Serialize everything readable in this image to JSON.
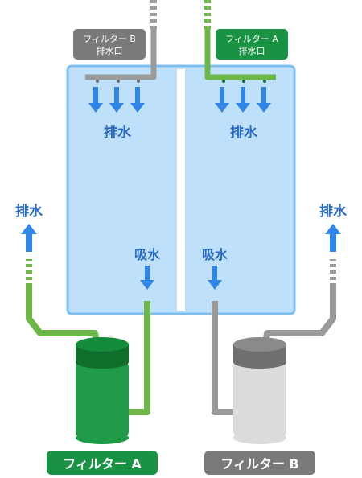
{
  "tags": {
    "filter_b_outlet_line1": "フィルター B",
    "filter_b_outlet_line2": "排水口",
    "filter_a_outlet_line1": "フィルター A",
    "filter_a_outlet_line2": "排水口"
  },
  "tank": {
    "left_drain": "排水",
    "right_drain": "排水",
    "left_intake": "吸水",
    "right_intake": "吸水"
  },
  "side_labels": {
    "left_drain": "排水",
    "right_drain": "排水"
  },
  "filters": {
    "a_label": "フィルター A",
    "b_label": "フィルター B"
  },
  "colors": {
    "tank_fill": "#bfe0fb",
    "tank_border": "#7fbcf0",
    "divider": "#ffffff",
    "arrow_blue": "#2f86e8",
    "pipe_green": "#6db648",
    "pipe_gray": "#9a9a9a",
    "filter_a_body": "#1f9a46",
    "filter_a_top": "#0f6e2c",
    "filter_b_body": "#dcdcdc",
    "filter_b_top": "#6f6f6f",
    "label_a_bg": "#199243",
    "label_b_bg": "#7a7a7a",
    "text_blue": "#2a6bc6"
  }
}
